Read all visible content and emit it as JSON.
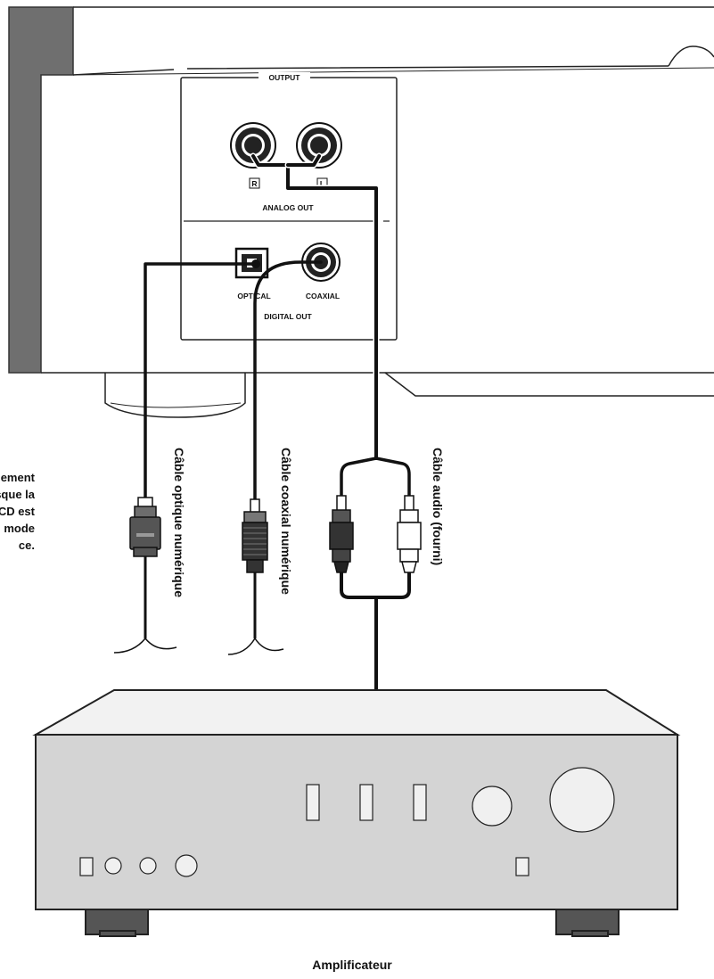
{
  "panel": {
    "output_label": "OUTPUT",
    "analog_out_label": "ANALOG OUT",
    "digital_out_label": "DIGITAL OUT",
    "optical_label": "OPTICAL",
    "coaxial_label": "COAXIAL",
    "right_channel": "R",
    "left_channel": "L"
  },
  "cables": {
    "optical": "Câble optique numérique",
    "coaxial": "Câble coaxial numérique",
    "audio": "Câble audio (fourni)"
  },
  "side_note": [
    "iement",
    "sque la",
    "CD est",
    "mode",
    "ce."
  ],
  "amplifier_label": "Amplificateur"
}
